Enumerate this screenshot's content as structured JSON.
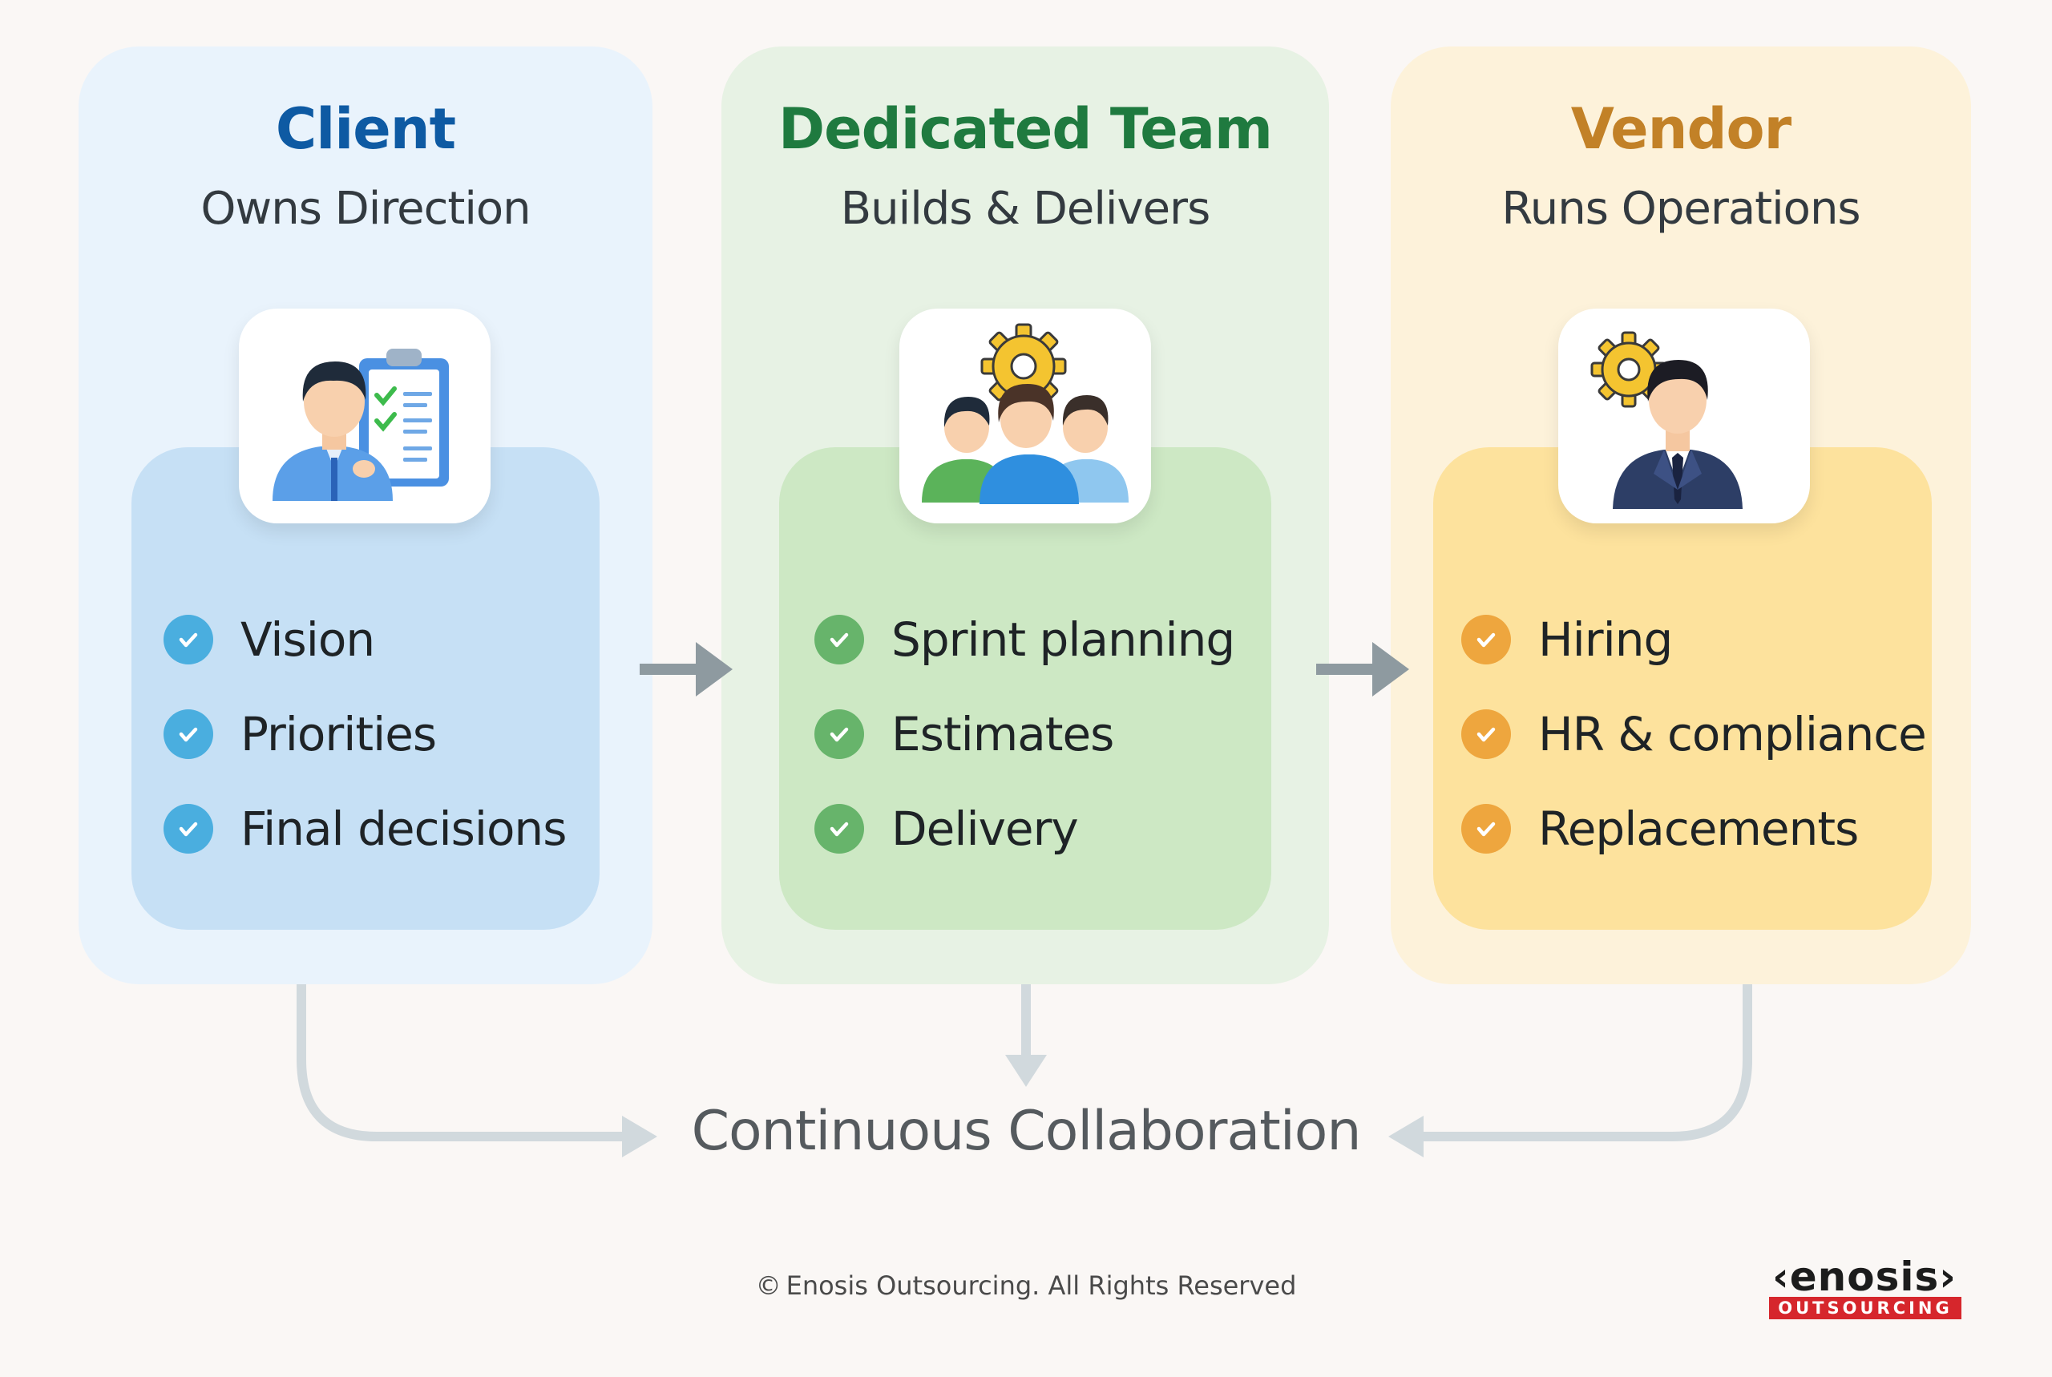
{
  "columns": [
    {
      "title": "Client",
      "subtitle": "Owns Direction",
      "icon": "person-with-checklist-icon",
      "items": [
        "Vision",
        "Priorities",
        "Final decisions"
      ]
    },
    {
      "title": "Dedicated Team",
      "subtitle": "Builds & Delivers",
      "icon": "team-with-gear-icon",
      "items": [
        "Sprint planning",
        "Estimates",
        "Delivery"
      ]
    },
    {
      "title": "Vendor",
      "subtitle": "Runs Operations",
      "icon": "businessman-with-gear-icon",
      "items": [
        "Hiring",
        "HR & compliance",
        "Replacements"
      ]
    }
  ],
  "collaboration_label": "Continuous Collaboration",
  "footer": {
    "copyright_symbol": "©",
    "copyright_text": "Enosis Outsourcing. All Rights Reserved"
  },
  "logo": {
    "word": "‹enosis›",
    "tagline": "OUTSOURCING"
  },
  "colors": {
    "client": "#0e5aa3",
    "team": "#1f7a3f",
    "vendor": "#c28127",
    "brand_red": "#d6262c"
  }
}
